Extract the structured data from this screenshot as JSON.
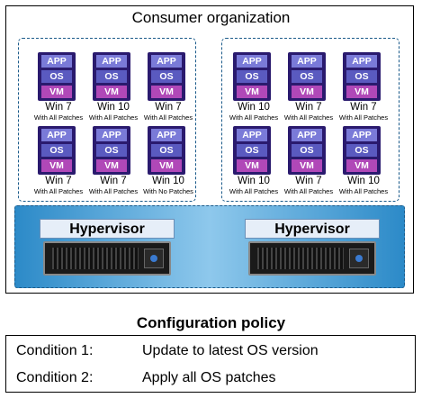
{
  "organization": {
    "title": "Consumer organization"
  },
  "vm_layers": {
    "app": "APP",
    "os": "OS",
    "vm": "VM"
  },
  "groups": [
    {
      "vms": [
        {
          "name": "Win 7",
          "patch": "With All Patches"
        },
        {
          "name": "Win 10",
          "patch": "With All Patches"
        },
        {
          "name": "Win 7",
          "patch": "With All Patches"
        },
        {
          "name": "Win 7",
          "patch": "With All Patches"
        },
        {
          "name": "Win 7",
          "patch": "With All Patches"
        },
        {
          "name": "Win 10",
          "patch": "With No Patches"
        }
      ]
    },
    {
      "vms": [
        {
          "name": "Win 10",
          "patch": "With All Patches"
        },
        {
          "name": "Win 7",
          "patch": "With All Patches"
        },
        {
          "name": "Win 7",
          "patch": "With All Patches"
        },
        {
          "name": "Win 10",
          "patch": "With All Patches"
        },
        {
          "name": "Win 7",
          "patch": "With All Patches"
        },
        {
          "name": "Win 10",
          "patch": "With All Patches"
        }
      ]
    }
  ],
  "hypervisors": [
    {
      "label": "Hypervisor"
    },
    {
      "label": "Hypervisor"
    }
  ],
  "policy": {
    "title": "Configuration policy",
    "conditions": [
      {
        "label": "Condition 1:",
        "text": "Update to latest OS version"
      },
      {
        "label": "Condition 2:",
        "text": "Apply all OS patches"
      }
    ]
  }
}
